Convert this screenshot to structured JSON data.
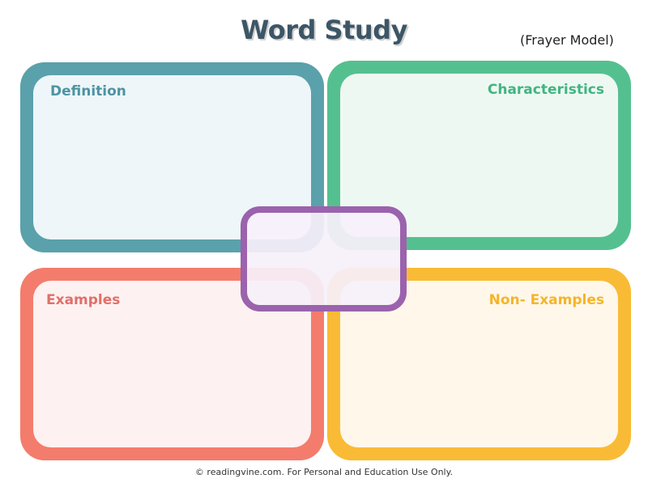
{
  "header": {
    "title": "Word Study",
    "subtitle": "(Frayer Model)"
  },
  "quadrants": {
    "definition": {
      "label": "Definition",
      "color": "#5aa1ab"
    },
    "characteristics": {
      "label": "Characteristics",
      "color": "#55c08f"
    },
    "examples": {
      "label": "Examples",
      "color": "#f47c6c"
    },
    "non_examples": {
      "label": "Non- Examples",
      "color": "#f9bb35"
    }
  },
  "center": {
    "color": "#9b62ad"
  },
  "footer": {
    "text": "© readingvine.com. For Personal and Education Use Only."
  }
}
